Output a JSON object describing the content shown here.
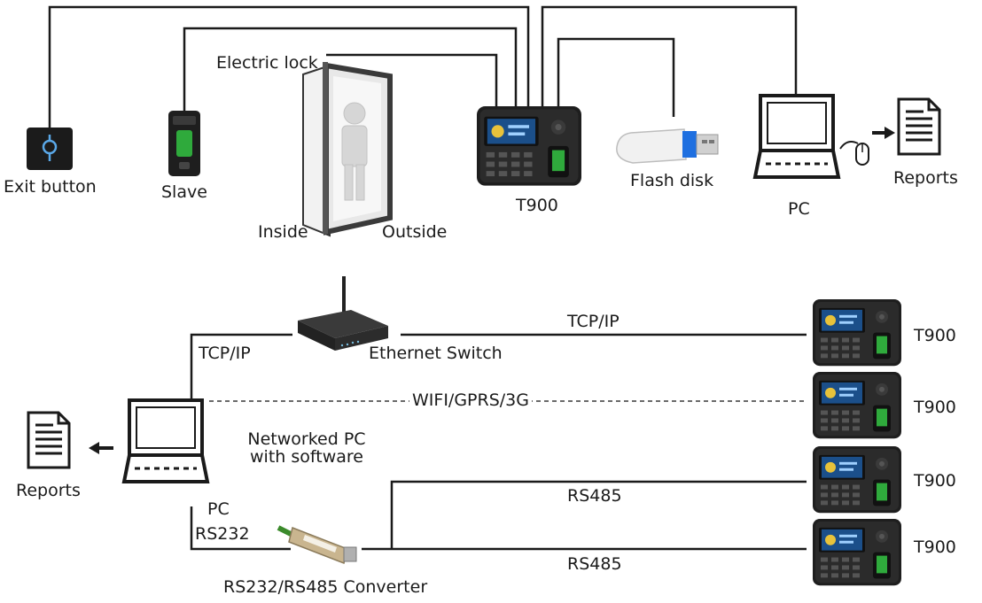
{
  "top": {
    "exit_button": "Exit button",
    "slave": "Slave",
    "electric_lock": "Electric lock",
    "inside": "Inside",
    "outside": "Outside",
    "t900": "T900",
    "flash_disk": "Flash disk",
    "pc": "PC",
    "reports": "Reports"
  },
  "bottom": {
    "tcpip_left": "TCP/IP",
    "ethernet_switch": "Ethernet Switch",
    "tcpip_line": "TCP/IP",
    "wireless_line": "WIFI/GPRS/3G",
    "networked_pc_line1": "Networked PC",
    "networked_pc_line2": "with software",
    "reports": "Reports",
    "pc": "PC",
    "rs232": "RS232",
    "converter": "RS232/RS485 Converter",
    "rs485_a": "RS485",
    "rs485_b": "RS485",
    "devices": [
      "T900",
      "T900",
      "T900",
      "T900"
    ]
  },
  "colors": {
    "line": "#1a1a1a",
    "device_body": "#1e1e1e",
    "screen": "#1b4f8a",
    "accent_green": "#2faa3c"
  }
}
